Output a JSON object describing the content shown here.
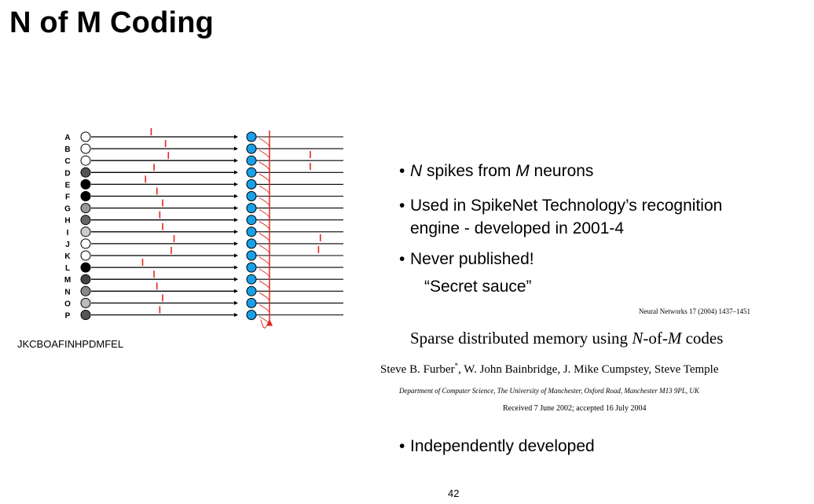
{
  "slide": {
    "title": "N of M Coding",
    "sequence": "JKCBOAFINHPDMFEL",
    "page_number": "42"
  },
  "bullets": {
    "b1_n": "N",
    "b1_mid": " spikes from ",
    "b1_m": "M",
    "b1_end": " neurons",
    "b2_line1": "Used in SpikeNet Technology’s recognition",
    "b2_line2": "engine - developed in 2001-4",
    "b3_line1": "Never published!",
    "b3_line2": "“Secret sauce”",
    "b4": "Independently developed"
  },
  "paper": {
    "journal": "Neural Networks 17 (2004) 1437–1451",
    "title_pre": "Sparse distributed memory using ",
    "title_n": "N",
    "title_mid": "-of-",
    "title_m": "M",
    "title_post": " codes",
    "authors_1": "Steve B. Furber",
    "authors_mark": "*",
    "authors_2": ", W. John Bainbridge, J. Mike Cumpstey, Steve Temple",
    "department": "Department of Computer Science, The University of Manchester, Oxford Road, Manchester M13 9PL, UK",
    "received": "Received 7 June 2002; accepted 16 July 2004"
  },
  "diagram": {
    "neurons": [
      {
        "label": "A",
        "fill": "#ffffff",
        "spike": 0.42
      },
      {
        "label": "B",
        "fill": "#ffffff",
        "spike": 0.52
      },
      {
        "label": "C",
        "fill": "#ffffff",
        "spike": 0.54
      },
      {
        "label": "D",
        "fill": "#555555",
        "spike": 0.44
      },
      {
        "label": "E",
        "fill": "#000000",
        "spike": 0.38
      },
      {
        "label": "F",
        "fill": "#000000",
        "spike": 0.46
      },
      {
        "label": "G",
        "fill": "#999999",
        "spike": 0.5
      },
      {
        "label": "H",
        "fill": "#666666",
        "spike": 0.48
      },
      {
        "label": "I",
        "fill": "#cccccc",
        "spike": 0.5
      },
      {
        "label": "J",
        "fill": "#ffffff",
        "spike": 0.58
      },
      {
        "label": "K",
        "fill": "#ffffff",
        "spike": 0.56
      },
      {
        "label": "L",
        "fill": "#000000",
        "spike": 0.36
      },
      {
        "label": "M",
        "fill": "#444444",
        "spike": 0.44
      },
      {
        "label": "N",
        "fill": "#888888",
        "spike": 0.46
      },
      {
        "label": "O",
        "fill": "#bbbbbb",
        "spike": 0.5
      },
      {
        "label": "P",
        "fill": "#555555",
        "spike": 0.48
      }
    ],
    "output_fill": "#1a9fe8",
    "spike_color": "#e0281c",
    "output_spikes": [
      {
        "row": 1,
        "pos": 0.64
      },
      {
        "row": 2,
        "pos": 0.64
      },
      {
        "row": 8,
        "pos": 0.75
      },
      {
        "row": 9,
        "pos": 0.73
      }
    ]
  }
}
